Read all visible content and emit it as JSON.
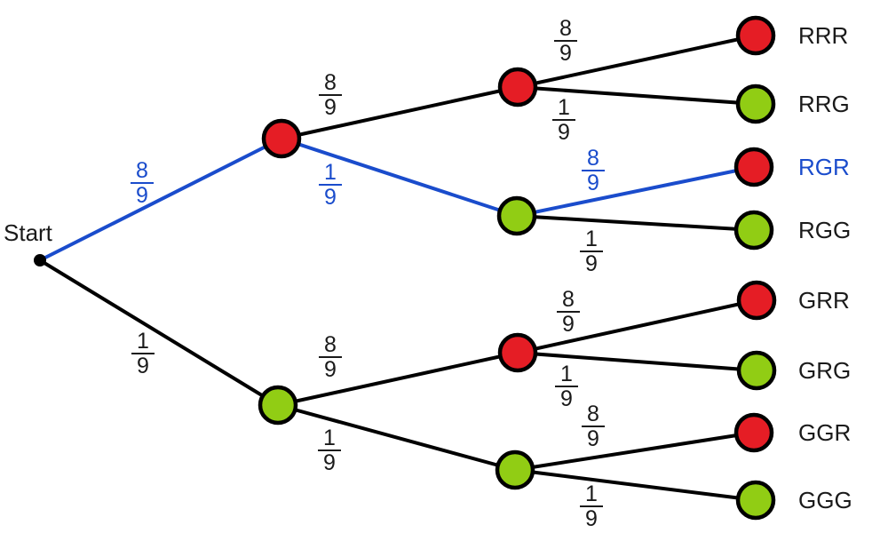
{
  "colors": {
    "red": "#e51d25",
    "green": "#91cd14",
    "blue": "#1a4ccc",
    "line": "#000000",
    "text": "#1a1a1a"
  },
  "start_label": "Start",
  "probabilities": {
    "high": {
      "num": "8",
      "den": "9"
    },
    "low": {
      "num": "1",
      "den": "9"
    }
  },
  "outcomes": [
    {
      "label": "RRR",
      "highlighted": false
    },
    {
      "label": "RRG",
      "highlighted": false
    },
    {
      "label": "RGR",
      "highlighted": true
    },
    {
      "label": "RGG",
      "highlighted": false
    },
    {
      "label": "GRR",
      "highlighted": false
    },
    {
      "label": "GRG",
      "highlighted": false
    },
    {
      "label": "GGR",
      "highlighted": false
    },
    {
      "label": "GGG",
      "highlighted": false
    }
  ],
  "highlighted_outcome": "RGR"
}
